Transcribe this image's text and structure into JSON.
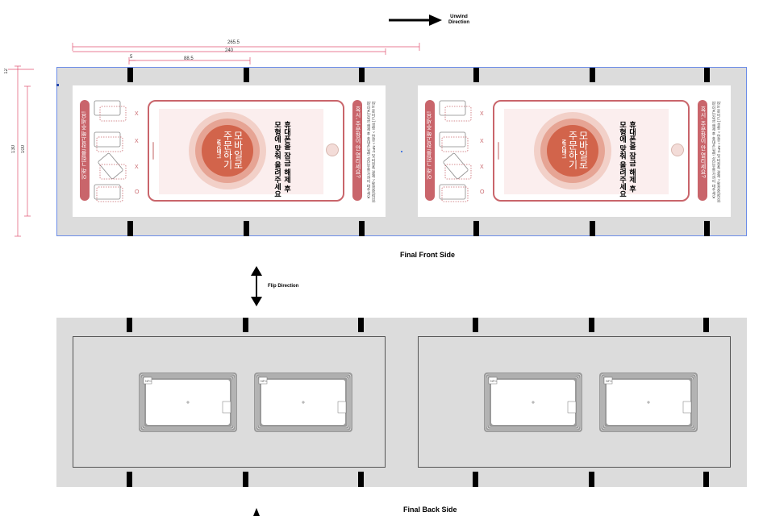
{
  "arrows": {
    "unwind_line1": "Unwind",
    "unwind_line2": "Direction",
    "flip": "Flip Direction"
  },
  "dimensions": {
    "d_265": "265.5",
    "d_240": "240",
    "d_5": "5",
    "d_88": "88.5",
    "d_12": "12",
    "d_130": "130",
    "d_100": "100"
  },
  "captions": {
    "front": "Final Front Side",
    "back": "Final Back Side"
  },
  "card_front": {
    "left_banner": "이래 그림을 참고해 주세요!",
    "marks": [
      "X",
      "X",
      "X",
      "O"
    ],
    "circle_small": "NFC태그",
    "circle_main_1": "모바일로",
    "circle_main_2": "주문하기",
    "instruction_1": "휴대폰을 잠금 해제 후",
    "instruction_2": "모형에 맞춰 올려주세요",
    "right_banner": "혹시, 주문창이 안 열리세요?",
    "fine_print_1": "[안드로이드] 설정 > 연결 > NFC 및 비접촉 결제 > 활성화(켜짐)",
    "fine_print_2": "[아이폰] 잠금 해제 후 휴대폰 뒷면 상단부를 가까이 대주세요"
  },
  "card_back": {
    "chip_label": "NFC"
  },
  "colors": {
    "strip": "#dcdcdc",
    "accent": "#c9656b",
    "circle_outer": "#f2d0c8",
    "circle_mid": "#e6a494",
    "circle_inner": "#d2644b",
    "dim_line": "#e05070",
    "outline": "#6b8ce8"
  }
}
